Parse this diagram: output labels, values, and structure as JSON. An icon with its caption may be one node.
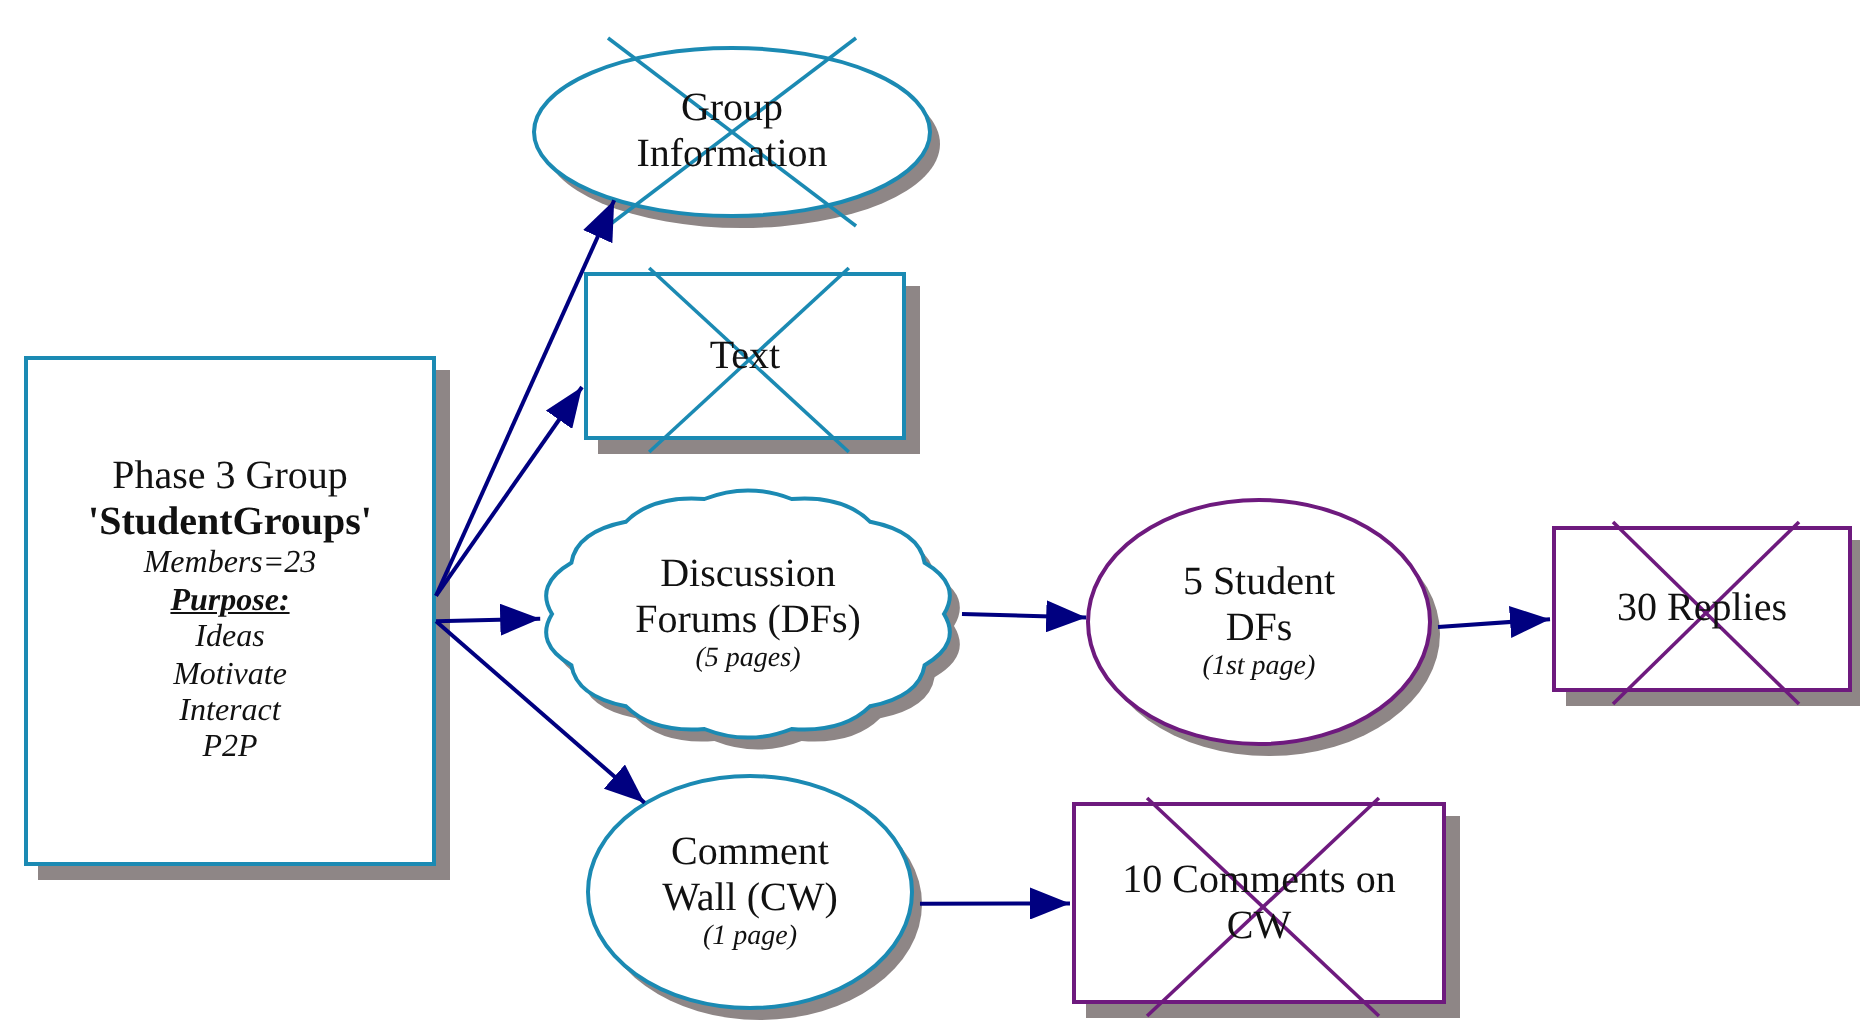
{
  "diagram": {
    "nodes": [
      {
        "text": [
          "Phase 3 Group",
          "'StudentGroups'",
          "Members=23",
          "Purpose:",
          "Ideas",
          "Motivate",
          "Interact",
          "P2P"
        ]
      },
      {
        "text": [
          "Group Information"
        ]
      },
      {
        "text": [
          "Text"
        ]
      },
      {
        "text": [
          "Discussion Forums (DFs)",
          "(5 pages)"
        ]
      },
      {
        "text": [
          "5 Student DFs",
          "(1st page)"
        ]
      },
      {
        "text": [
          "30 Replies"
        ]
      },
      {
        "text": [
          "Comment Wall (CW)",
          "(1 page)"
        ]
      },
      {
        "text": [
          "10 Comments on CW"
        ]
      }
    ],
    "edges": [
      {
        "from": 0,
        "to": 1,
        "arrow": "to"
      },
      {
        "from": 0,
        "to": 2,
        "arrow": "to"
      },
      {
        "from": 0,
        "to": 3,
        "arrow": "to"
      },
      {
        "from": 0,
        "to": 6,
        "arrow": "to"
      },
      {
        "from": 3,
        "to": 4,
        "arrow": "to"
      },
      {
        "from": 4,
        "to": 5,
        "arrow": "to"
      },
      {
        "from": 6,
        "to": 7,
        "arrow": "to"
      }
    ]
  }
}
